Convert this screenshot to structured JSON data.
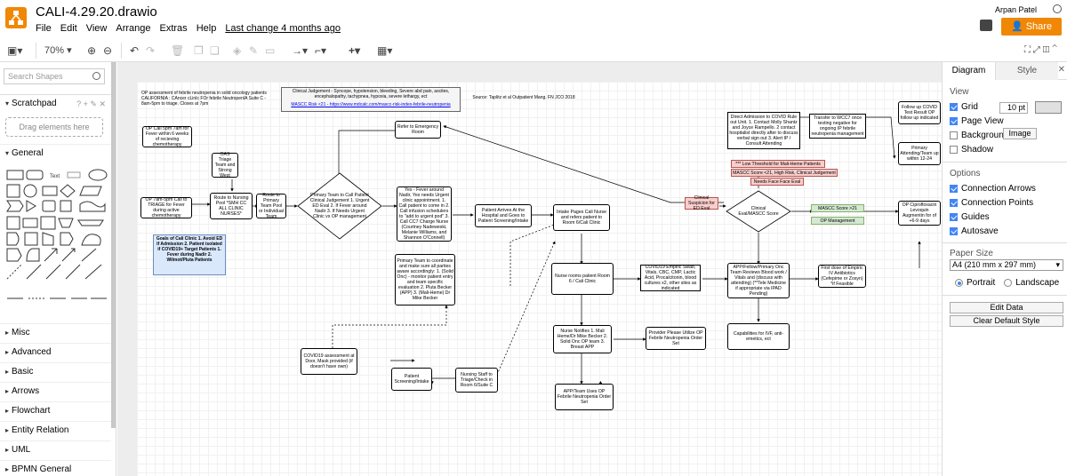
{
  "app": {
    "title": "CALI-4.29.20.drawio",
    "user": "Arpan Patel",
    "share": "Share"
  },
  "menu": [
    "File",
    "Edit",
    "View",
    "Arrange",
    "Extras",
    "Help"
  ],
  "last_change": "Last change 4 months ago",
  "toolbar": {
    "zoom": "70%"
  },
  "left": {
    "search_placeholder": "Search Shapes",
    "scratchpad": "Scratchpad",
    "scratchpad_tools": "? + ✎ ✕",
    "drag_hint": "Drag elements here",
    "general": "General",
    "text_shape": "Text",
    "sections": [
      "Misc",
      "Advanced",
      "Basic",
      "Arrows",
      "Flowchart",
      "Entity Relation",
      "UML",
      "BPMN General"
    ]
  },
  "right": {
    "tabs": [
      "Diagram",
      "Style"
    ],
    "view": "View",
    "grid": "Grid",
    "grid_size": "10 pt",
    "page_view": "Page View",
    "background": "Background",
    "image_btn": "Image",
    "shadow": "Shadow",
    "options": "Options",
    "connection_arrows": "Connection Arrows",
    "connection_points": "Connection Points",
    "guides": "Guides",
    "autosave": "Autosave",
    "paper_size": "Paper Size",
    "paper_value": "A4 (210 mm x 297 mm)",
    "portrait": "Portrait",
    "landscape": "Landscape",
    "edit_data": "Edit Data",
    "clear_style": "Clear Default Style"
  },
  "diagram": {
    "header1": "OP assessment of febrile neutropenia in solid oncology patients CALIFORNIA : CAncer cLinIc FOr febrile NeutropenIA Suite C - 8am-5pm to triage. Closes at 7pm",
    "header2": "Clinical Judgement - Syncope, hypotension, bleeding, Severe abd pain, ascites, encephalopathy, tachypnea, hypoxia, severe lethargy, ect",
    "header3": "MASCC Risk <21 - https://www.mdcalc.com/mascc-risk-index-febrile-neutropenia",
    "source": "Source: Taplitz et al Outpatient Mang. FN JCO 2018",
    "n_opcall5": "OP Call 5pm 7am for Fever within 6 weeks of recieving chemotherapy",
    "n_opcall7": "OP 7am-5pm Call to TRIAGE for Fever during active chemotherapy",
    "n_oas": "OAS Triage Team and Strong West",
    "n_route_nurse": "Route to Nursing Pool *SMH CC ALL CLINIC NURSES*",
    "n_route_primary": "Route to Primary Team Pool or Individual Team",
    "n_primary_call": "Primary Team to Call Patient Clinical Judgement 1. Urgent ED Eval 2. If Fever around Nadir 3. If Needs Urgent Clinic vs OP management",
    "n_goals": "Goals of Cali Clinic 1. Avoid ED if Admission 2. Patient isolated if COVID19+  Target Patients 1. Fever during Nadir 2. Wilmot/Pluta Patients",
    "n_yes_nadir": "Yes - Fever around Nadir, Yes needs Urgent clinic appointment. 1. Call patient to come in 2. Call infusion schedulers to \"add to urgent pod\" 3. Call CC7 Charge Nurse (Courtney Nadeweski, Melanie Williams, and Shannon O'Connell)",
    "n_refer_er": "Refer to Emergency Room",
    "n_arrives": "Patient Arrives At the Hospital and Goes to Patient Screening/Intake",
    "n_intake": "Intake Pages Cali Nurse and refers patient to Room 6/Cali Clinic",
    "n_coordinate": "Primary Team to coordinate and make sure all parties aware accordingly: 1. (Solid Onc) - monitor patient entry and team specific evaluation 2. Pluta Becker (APP) 3. (Mali-Heme) Dr Mike Becker",
    "n_nurse_rooms": "Nurse rooms patient Room 6 / Cali Clinic",
    "n_covid_labs": "COVID19 Empiric Swab, Vitals, CBC, CMP, Lactic Acid, Procalcitonin, blood cultures x2, other sites as indicated",
    "n_app_review": "APP/Fellow/Primary Onc Team Reviews Blood work / Vitals and (discuss with attending) (**Tele Medicine if appropriate via IPAD Pending)",
    "n_nurse_notifies": "Nurse Notifies 1. Mali Heme/Dr Mike Becker 2. Solid Onc OP team 3. Breast APP",
    "n_provider": "Provider Please Utilize OP Febrile Neutropenia Order Set",
    "n_capabilities": "Capabilities for IVF, anti-emetics, ect",
    "n_app_team": "APP/Team Uses OP Febrile Neutropenia Order Set",
    "n_covid_assess": "COVID19 assessment at Door, Mask provided (if doesn't have own)",
    "n_screening": "Patient Screening/Intake",
    "n_nursing_staff": "Nursing Staff to Triage/Check in Room 6/Suite C",
    "n_clin_susp": "Clinical Suspicion for ED Eval",
    "n_clinical_eval": "Clinical Eval/MASCC Score",
    "n_low_threshold": "*** Low Threshold for Mali-Heme Patients",
    "n_mascc_high": "MASCC Score <21, High Risk, Clinical Judgement",
    "n_needs_f2f": "Needs Face Face Eval",
    "n_mascc_op": "MASCC Score >21",
    "n_op_mgmt": "OP Management",
    "n_direct_admit": "Direct Admission to COVID Rule out Unit. 1. Contact Molly Shantz and Joyce Rampello. 2 contact hospitalist directly after to discuss verbal sign out 3. Alert IP / Consult Attending",
    "n_transfer": "Transfer to WCC7 once testing negative for ongoing IP febrile neutropenia management",
    "n_followup": "Follow up COVID Test Result OP follow up indicated",
    "n_primary_att": "Primary Attending/Team up within 12-24",
    "n_op_cipro": "OP Ciprofloxacin Levoquin Augmentin for of +6-9 days",
    "n_first_dose": "First dose of Empiric IV Antibiotics (Cefepime or Zosyn) *if Feasible"
  }
}
